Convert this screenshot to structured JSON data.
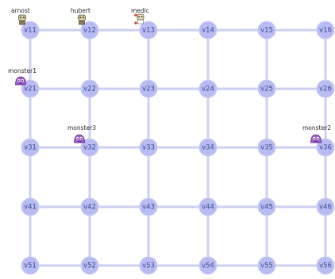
{
  "graph": {
    "nodes": [
      {
        "id": "v11",
        "row": 0,
        "col": 0
      },
      {
        "id": "v12",
        "row": 0,
        "col": 1
      },
      {
        "id": "v13",
        "row": 0,
        "col": 2
      },
      {
        "id": "v14",
        "row": 0,
        "col": 3
      },
      {
        "id": "v15",
        "row": 0,
        "col": 4
      },
      {
        "id": "v16",
        "row": 0,
        "col": 5
      },
      {
        "id": "v21",
        "row": 1,
        "col": 0
      },
      {
        "id": "v22",
        "row": 1,
        "col": 1
      },
      {
        "id": "v23",
        "row": 1,
        "col": 2
      },
      {
        "id": "v24",
        "row": 1,
        "col": 3
      },
      {
        "id": "v25",
        "row": 1,
        "col": 4
      },
      {
        "id": "v26",
        "row": 1,
        "col": 5
      },
      {
        "id": "v31",
        "row": 2,
        "col": 0
      },
      {
        "id": "v32",
        "row": 2,
        "col": 1
      },
      {
        "id": "v33",
        "row": 2,
        "col": 2
      },
      {
        "id": "v34",
        "row": 2,
        "col": 3
      },
      {
        "id": "v35",
        "row": 2,
        "col": 4
      },
      {
        "id": "v36",
        "row": 2,
        "col": 5
      },
      {
        "id": "v41",
        "row": 3,
        "col": 0
      },
      {
        "id": "v42",
        "row": 3,
        "col": 1
      },
      {
        "id": "v43",
        "row": 3,
        "col": 2
      },
      {
        "id": "v44",
        "row": 3,
        "col": 3
      },
      {
        "id": "v45",
        "row": 3,
        "col": 4
      },
      {
        "id": "v46",
        "row": 3,
        "col": 5
      },
      {
        "id": "v51",
        "row": 4,
        "col": 0
      },
      {
        "id": "v52",
        "row": 4,
        "col": 1
      },
      {
        "id": "v53",
        "row": 4,
        "col": 2
      },
      {
        "id": "v54",
        "row": 4,
        "col": 3
      },
      {
        "id": "v55",
        "row": 4,
        "col": 4
      },
      {
        "id": "v56",
        "row": 4,
        "col": 5
      }
    ]
  },
  "agents": [
    {
      "name": "arnost",
      "node": "v11",
      "icon": "robot-icon",
      "kind": "player"
    },
    {
      "name": "hubert",
      "node": "v12",
      "icon": "robot-icon",
      "kind": "player"
    },
    {
      "name": "medic",
      "node": "v13",
      "icon": "medic-icon",
      "kind": "medic"
    },
    {
      "name": "monster1",
      "node": "v21",
      "icon": "monster-icon",
      "kind": "monster"
    },
    {
      "name": "monster3",
      "node": "v32",
      "icon": "monster-icon",
      "kind": "monster"
    },
    {
      "name": "monster2",
      "node": "v36",
      "icon": "monster-icon",
      "kind": "monster"
    }
  ],
  "colors": {
    "edge": "#cdd0f2",
    "node": "#b9bcf2",
    "node_text": "#3d4a8f",
    "monster": "#a35fd0",
    "robot": "#8a7a55"
  }
}
